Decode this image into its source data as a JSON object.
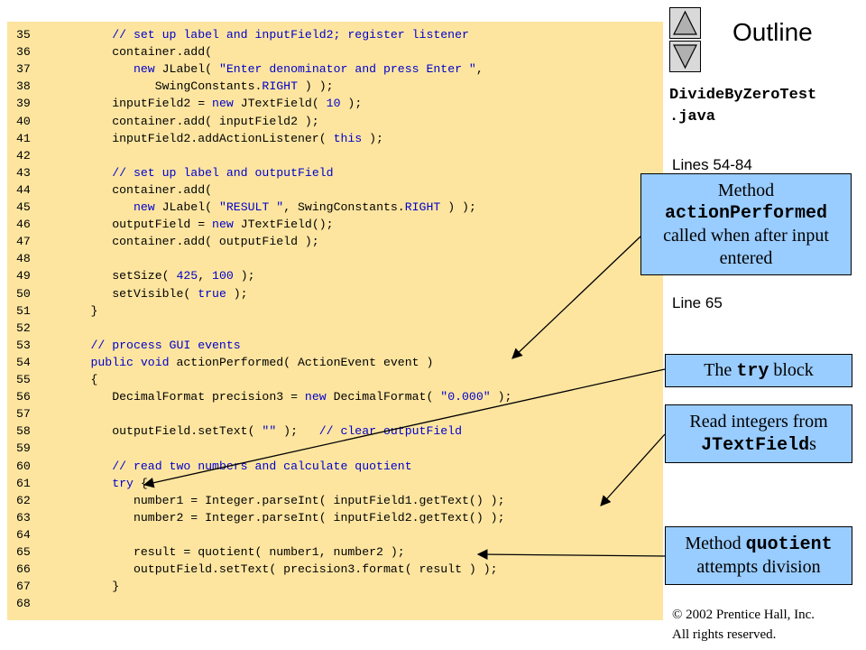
{
  "code_lines": [
    {
      "num": "35",
      "text": "         // set up label and inputField2; register listener"
    },
    {
      "num": "36",
      "text": "         container.add("
    },
    {
      "num": "37",
      "text": "            new JLabel( \"Enter denominator and press Enter \","
    },
    {
      "num": "38",
      "text": "               SwingConstants.RIGHT ) );"
    },
    {
      "num": "39",
      "text": "         inputField2 = new JTextField( 10 );"
    },
    {
      "num": "40",
      "text": "         container.add( inputField2 );"
    },
    {
      "num": "41",
      "text": "         inputField2.addActionListener( this );"
    },
    {
      "num": "42",
      "text": ""
    },
    {
      "num": "43",
      "text": "         // set up label and outputField"
    },
    {
      "num": "44",
      "text": "         container.add("
    },
    {
      "num": "45",
      "text": "            new JLabel( \"RESULT \", SwingConstants.RIGHT ) );"
    },
    {
      "num": "46",
      "text": "         outputField = new JTextField();"
    },
    {
      "num": "47",
      "text": "         container.add( outputField );"
    },
    {
      "num": "48",
      "text": ""
    },
    {
      "num": "49",
      "text": "         setSize( 425, 100 );"
    },
    {
      "num": "50",
      "text": "         setVisible( true );"
    },
    {
      "num": "51",
      "text": "      }"
    },
    {
      "num": "52",
      "text": ""
    },
    {
      "num": "53",
      "text": "      // process GUI events"
    },
    {
      "num": "54",
      "text": "      public void actionPerformed( ActionEvent event )"
    },
    {
      "num": "55",
      "text": "      {"
    },
    {
      "num": "56",
      "text": "         DecimalFormat precision3 = new DecimalFormat( \"0.000\" );"
    },
    {
      "num": "57",
      "text": ""
    },
    {
      "num": "58",
      "text": "         outputField.setText( \"\" );   // clear outputField"
    },
    {
      "num": "59",
      "text": ""
    },
    {
      "num": "60",
      "text": "         // read two numbers and calculate quotient"
    },
    {
      "num": "61",
      "text": "         try {"
    },
    {
      "num": "62",
      "text": "            number1 = Integer.parseInt( inputField1.getText() );"
    },
    {
      "num": "63",
      "text": "            number2 = Integer.parseInt( inputField2.getText() );"
    },
    {
      "num": "64",
      "text": ""
    },
    {
      "num": "65",
      "text": "            result = quotient( number1, number2 );"
    },
    {
      "num": "66",
      "text": "            outputField.setText( precision3.format( result ) );"
    },
    {
      "num": "67",
      "text": "         }"
    },
    {
      "num": "68",
      "text": ""
    }
  ],
  "sidebar": {
    "title": "Outline",
    "file_name_line1": "DivideByZeroTest",
    "file_name_line2": ".java",
    "lines_label_1": "Lines 54-84",
    "lines_label_2": "Line 65",
    "up_button_icon": "triangle-up-icon",
    "down_button_icon": "triangle-down-icon"
  },
  "callouts": {
    "method_action": {
      "line1": "Method",
      "code": "actionPerformed",
      "line3": "called when after input",
      "line4": "entered"
    },
    "try_block": {
      "pre": "The ",
      "code": "try",
      "post": " block"
    },
    "read_integers": {
      "line1": "Read integers from",
      "code": "JTextField",
      "post": "s"
    },
    "method_quotient": {
      "pre": "Method ",
      "code": "quotient",
      "line2": "attempts division"
    }
  },
  "copyright": {
    "line1": "© 2002 Prentice Hall, Inc.",
    "line2": "All rights reserved."
  },
  "colors": {
    "code_bg": "#fde5a0",
    "callout_bg": "#99ccff",
    "code_highlight": "#0000cc"
  }
}
